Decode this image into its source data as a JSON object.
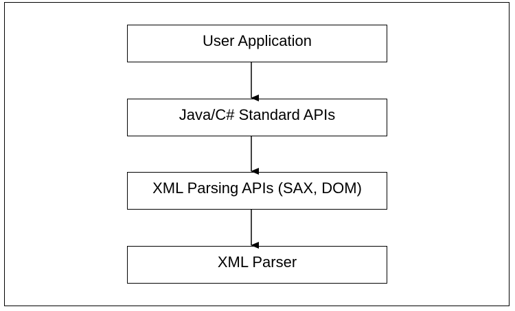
{
  "diagram": {
    "boxes": [
      {
        "label": "User Application"
      },
      {
        "label": "Java/C# Standard APIs"
      },
      {
        "label": "XML Parsing APIs (SAX, DOM)"
      },
      {
        "label": "XML Parser"
      }
    ],
    "edges": [
      {
        "from": 0,
        "to": 1
      },
      {
        "from": 1,
        "to": 2
      },
      {
        "from": 2,
        "to": 3
      }
    ]
  }
}
